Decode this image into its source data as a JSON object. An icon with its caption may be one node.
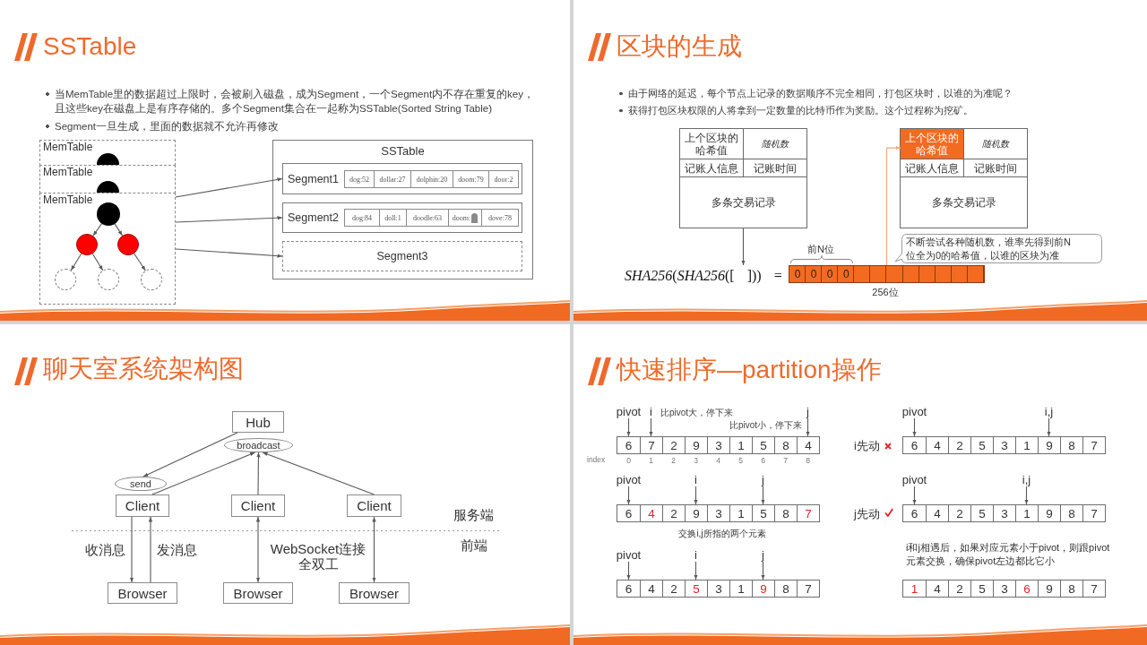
{
  "diagram": {
    "nodes": [
      {
        "text": [
          "SSTable",
          "当MemTable里的数据超过上限时，会被刷入磁盘，成为Segment，一个Segment内不存在重复的key，且这些key在磁盘上是有序存储的。多个Segment集合在一起称为SSTable(Sorted String Table)",
          "Segment一旦生成，里面的数据就不允许再修改"
        ]
      },
      {
        "text": [
          "MemTable"
        ],
        "in": 0
      },
      {
        "text": [
          "MemTable"
        ],
        "in": 0
      },
      {
        "text": [
          "MemTable"
        ],
        "in": 0
      },
      {
        "text": [],
        "shape": "circle",
        "in": 1
      },
      {
        "text": [],
        "shape": "circle",
        "in": 2
      },
      {
        "text": [],
        "shape": "circle",
        "in": 3
      },
      {
        "text": [],
        "shape": "circle",
        "in": 3
      },
      {
        "text": [],
        "shape": "circle",
        "in": 3
      },
      {
        "text": [],
        "shape": "circle",
        "in": 3
      },
      {
        "text": [],
        "shape": "circle",
        "in": 3
      },
      {
        "text": [],
        "shape": "circle",
        "in": 3
      },
      {
        "text": [
          "SSTable"
        ],
        "in": 0
      },
      {
        "text": [
          "Segment1"
        ],
        "in": 12
      },
      {
        "text": [
          "dog:52"
        ],
        "in": 13
      },
      {
        "text": [
          "dollar:27"
        ],
        "in": 13
      },
      {
        "text": [
          "dolphin:20"
        ],
        "in": 13
      },
      {
        "text": [
          "doom:79"
        ],
        "in": 13
      },
      {
        "text": [
          "door:2"
        ],
        "in": 13
      },
      {
        "text": [
          "Segment2"
        ],
        "in": 12
      },
      {
        "text": [
          "dog:84"
        ],
        "in": 19
      },
      {
        "text": [
          "doll:1"
        ],
        "in": 19
      },
      {
        "text": [
          "doodle:63"
        ],
        "in": 19
      },
      {
        "text": [
          "doom:"
        ],
        "in": 19
      },
      {
        "text": [
          "dove:78"
        ],
        "in": 19
      },
      {
        "text": [
          "Segment3"
        ],
        "in": 12
      },
      {
        "text": [
          "区块的生成",
          "由于网络的延迟，每个节点上记录的数据顺序不完全相同，打包区块时，以谁的为准呢？",
          "获得打包区块权限的人将拿到一定数量的比特币作为奖励。这个过程称为挖矿。"
        ]
      },
      {
        "text": [],
        "shape": "box",
        "in": 26
      },
      {
        "text": [
          "上个区块的哈希值"
        ],
        "in": 27
      },
      {
        "text": [
          "随机数"
        ],
        "in": 27
      },
      {
        "text": [
          "记账人信息"
        ],
        "in": 27
      },
      {
        "text": [
          "记账时间"
        ],
        "in": 27
      },
      {
        "text": [
          "多条交易记录"
        ],
        "in": 27
      },
      {
        "text": [
          "*SHA256*(*SHA256*([ ])) ="
        ],
        "in": 26
      },
      {
        "text": [
          "0",
          "0",
          "0",
          "0"
        ],
        "beside": [
          "前N位",
          "256位"
        ],
        "in": 26
      },
      {
        "text": [],
        "shape": "box",
        "in": 26
      },
      {
        "text": [
          "上个区块的哈希值"
        ],
        "in": 35
      },
      {
        "text": [
          "随机数"
        ],
        "in": 35
      },
      {
        "text": [
          "记账人信息"
        ],
        "in": 35
      },
      {
        "text": [
          "记账时间"
        ],
        "in": 35
      },
      {
        "text": [
          "多条交易记录"
        ],
        "in": 35
      },
      {
        "text": [
          "不断尝试各种随机数，谁率先得到前N位全为0的哈希值，以谁的区块为准"
        ],
        "in": 26
      },
      {
        "text": [
          "聊天室系统架构图"
        ]
      },
      {
        "text": [
          "Hub"
        ],
        "in": 42
      },
      {
        "text": [
          "broadcast"
        ],
        "in": 42
      },
      {
        "text": [
          "send"
        ],
        "in": 42
      },
      {
        "text": [
          "Client"
        ],
        "in": 42
      },
      {
        "text": [
          "Client"
        ],
        "in": 42
      },
      {
        "text": [
          "Client"
        ],
        "in": 42
      },
      {
        "text": [
          "Browser"
        ],
        "in": 42
      },
      {
        "text": [
          "Browser"
        ],
        "in": 42
      },
      {
        "text": [
          "Browser"
        ],
        "in": 42
      },
      {
        "text": [
          "快速排序—partition操作"
        ]
      },
      {
        "text": [
          "pivot"
        ],
        "in": 52
      },
      {
        "text": [
          "i"
        ],
        "beside": [
          "比pivot大，停下来"
        ],
        "in": 52
      },
      {
        "text": [
          "j"
        ],
        "beside": [
          "比pivot小，停下来"
        ],
        "in": 52
      },
      {
        "text": [
          "6",
          "7",
          "2",
          "9",
          "3",
          "1",
          "5",
          "8",
          "4"
        ],
        "beside": [
          "index",
          "0",
          "1",
          "2",
          "3",
          "4",
          "5",
          "6",
          "7",
          "8"
        ],
        "in": 52
      },
      {
        "text": [
          "pivot"
        ],
        "in": 52
      },
      {
        "text": [
          "i"
        ],
        "in": 52
      },
      {
        "text": [
          "j"
        ],
        "in": 52
      },
      {
        "text": [
          "6",
          "4",
          "2",
          "9",
          "3",
          "1",
          "5",
          "8",
          "7"
        ],
        "beside": [
          "交换i,j所指的两个元素"
        ],
        "in": 52
      },
      {
        "text": [
          "pivot"
        ],
        "in": 52
      },
      {
        "text": [
          "i"
        ],
        "in": 52
      },
      {
        "text": [
          "j"
        ],
        "in": 52
      },
      {
        "text": [
          "6",
          "4",
          "2",
          "5",
          "3",
          "1",
          "9",
          "8",
          "7"
        ],
        "in": 52
      },
      {
        "text": [
          "pivot"
        ],
        "in": 52
      },
      {
        "text": [
          "i,j"
        ],
        "in": 52
      },
      {
        "text": [
          "6",
          "4",
          "2",
          "5",
          "3",
          "1",
          "9",
          "8",
          "7"
        ],
        "beside": [
          "i先动"
        ],
        "in": 52
      },
      {
        "text": [
          "pivot"
        ],
        "in": 52
      },
      {
        "text": [
          "i,j"
        ],
        "in": 52
      },
      {
        "text": [
          "6",
          "4",
          "2",
          "5",
          "3",
          "1",
          "9",
          "8",
          "7"
        ],
        "beside": [
          "j先动"
        ],
        "in": 52
      },
      {
        "text": [
          "1",
          "4",
          "2",
          "5",
          "3",
          "6",
          "9",
          "8",
          "7"
        ],
        "in": 52
      }
    ],
    "edges": [
      {
        "from": 3,
        "to": 13,
        "arrow": "to"
      },
      {
        "from": 3,
        "to": 19,
        "arrow": "to"
      },
      {
        "from": 3,
        "to": 25,
        "arrow": "to"
      },
      {
        "from": 6,
        "to": 7,
        "arrow": "to"
      },
      {
        "from": 6,
        "to": 8,
        "arrow": "to"
      },
      {
        "from": 7,
        "to": 9,
        "arrow": "to"
      },
      {
        "from": 7,
        "to": 10,
        "arrow": "to"
      },
      {
        "from": 8,
        "to": 11,
        "arrow": "to"
      },
      {
        "from": 27,
        "to": 33,
        "arrow": "to"
      },
      {
        "from": 34,
        "to": 36,
        "arrow": "to",
        "color": "#f4a77a"
      },
      {
        "from": 43,
        "to": 45,
        "arrow": "to"
      },
      {
        "from": 46,
        "to": 44,
        "arrow": "to"
      },
      {
        "from": 47,
        "to": 44,
        "arrow": "to"
      },
      {
        "from": 48,
        "to": 44,
        "arrow": "to"
      },
      {
        "from": 46,
        "to": 49,
        "arrow": "to",
        "label": "收消息"
      },
      {
        "from": 49,
        "to": 46,
        "arrow": "to",
        "label": "发消息"
      },
      {
        "from": 47,
        "to": 50,
        "arrow": "both",
        "label": "WebSocket连接全双工"
      },
      {
        "from": 48,
        "to": 51,
        "arrow": "both"
      },
      {
        "from": 53,
        "to": 56,
        "arrow": "to"
      },
      {
        "from": 54,
        "to": 56,
        "arrow": "to"
      },
      {
        "from": 55,
        "to": 56,
        "arrow": "to"
      },
      {
        "from": 57,
        "to": 60,
        "arrow": "to"
      },
      {
        "from": 58,
        "to": 60,
        "arrow": "to"
      },
      {
        "from": 59,
        "to": 60,
        "arrow": "to"
      },
      {
        "from": 61,
        "to": 64,
        "arrow": "to"
      },
      {
        "from": 62,
        "to": 64,
        "arrow": "to"
      },
      {
        "from": 63,
        "to": 64,
        "arrow": "to"
      },
      {
        "from": 65,
        "to": 67,
        "arrow": "to"
      },
      {
        "from": 66,
        "to": 67,
        "arrow": "to"
      },
      {
        "from": 68,
        "to": 70,
        "arrow": "to"
      },
      {
        "from": 69,
        "to": 70,
        "arrow": "to"
      }
    ],
    "labels": [
      "服务端",
      "前端",
      "i和j相遇后，如果对应元素小于pivot，则跟pivot元素交换，确保pivot左边都比它小"
    ]
  }
}
